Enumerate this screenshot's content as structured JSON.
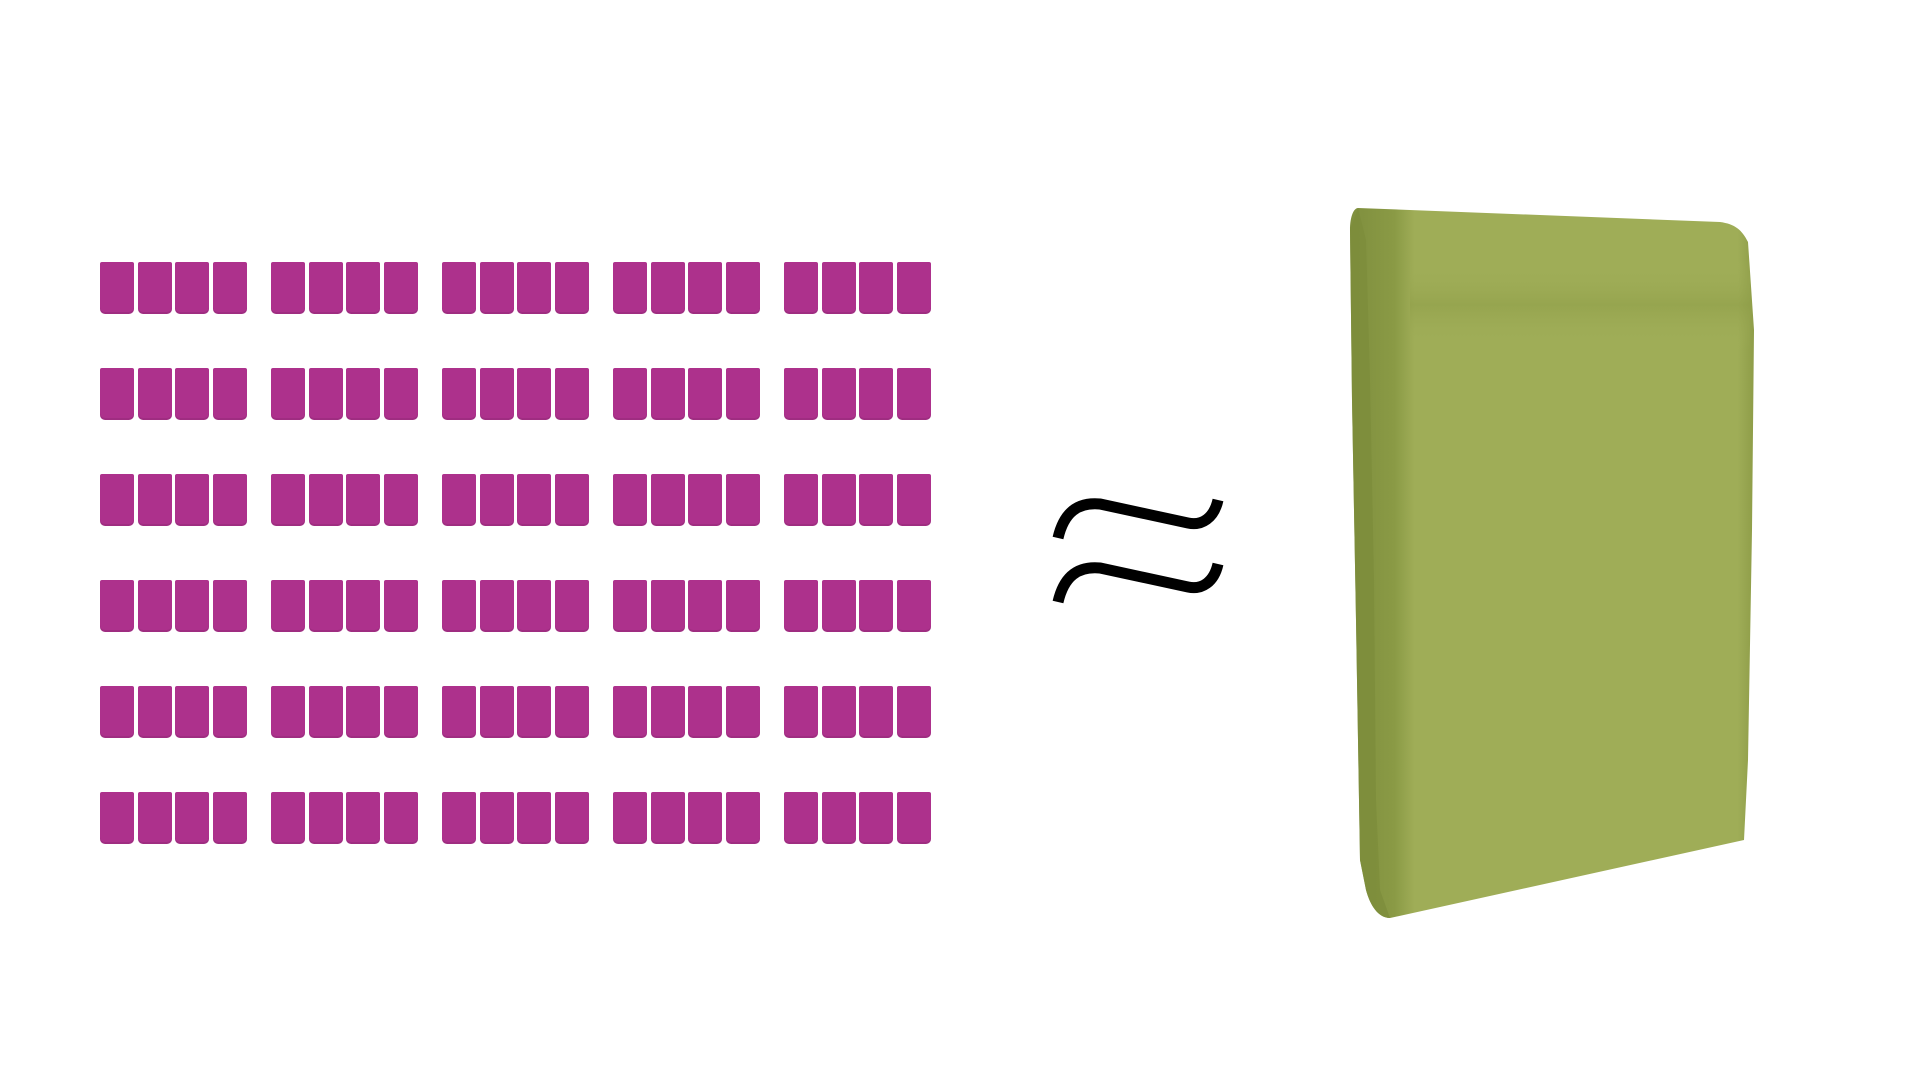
{
  "diagram": {
    "grid": {
      "rows": 6,
      "groups_per_row": 5,
      "units_per_group": 4,
      "unit_color": "#ad318c"
    },
    "relation_symbol": "≈",
    "block": {
      "color": "#9fad57",
      "shade_color": "#7f8f3e"
    }
  }
}
